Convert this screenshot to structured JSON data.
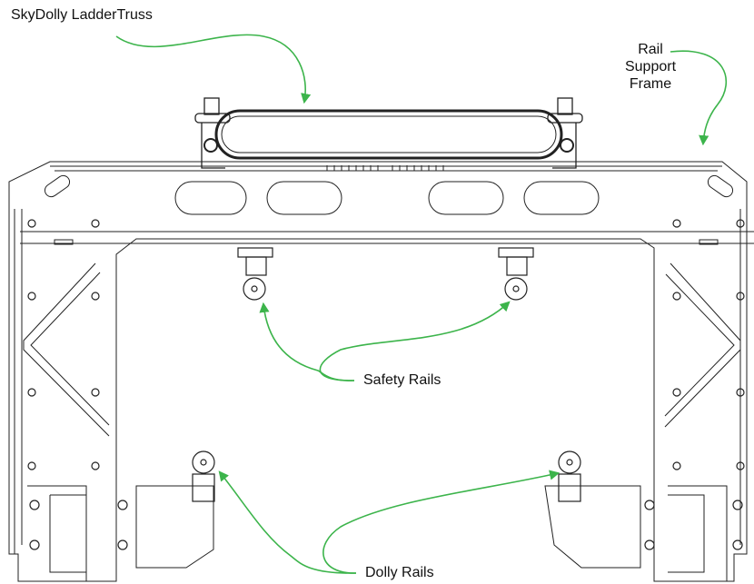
{
  "labels": {
    "title": "SkyDolly LadderTruss",
    "rail_support_line1": "Rail",
    "rail_support_line2": "Support",
    "rail_support_line3": "Frame",
    "safety_rails": "Safety Rails",
    "dolly_rails": "Dolly Rails"
  },
  "colors": {
    "arrow": "#3cb44b",
    "line": "#222222",
    "background": "#ffffff"
  }
}
